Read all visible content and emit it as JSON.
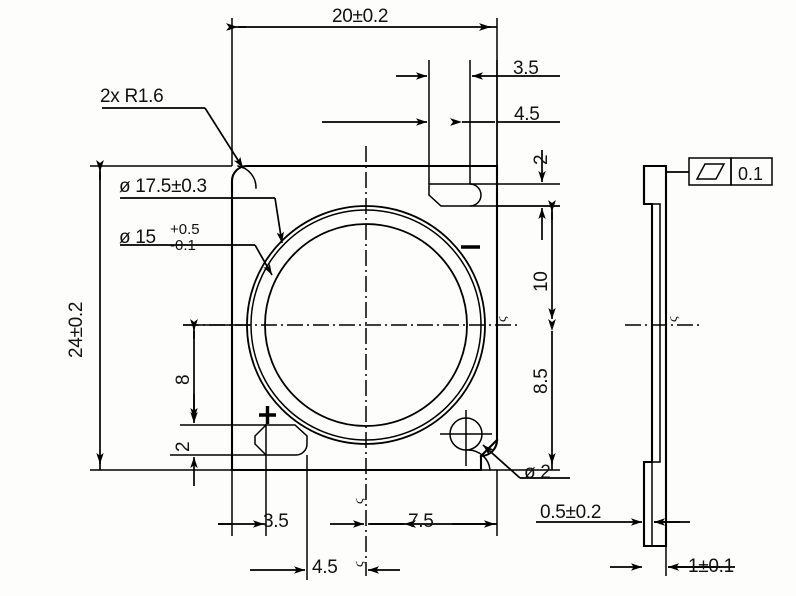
{
  "drawing": {
    "type": "mechanical-part-drawing",
    "views": [
      "front-view",
      "side-view"
    ],
    "background_color": "#fdfdfb",
    "line_color": "#000000"
  },
  "dimensions": {
    "overall_width": "20±0.2",
    "overall_height": "24±0.2",
    "corner_radius": "2x R1.6",
    "bore_outer": "ø 17.5±0.3",
    "bore_inner_label": "ø 15",
    "bore_inner_tol_upper": "+0.5",
    "bore_inner_tol_lower": "-0.1",
    "hole_small": "ø 2",
    "top_right_a": "3.5",
    "top_right_b": "4.5",
    "right_slot_height": "2",
    "right_upper": "10",
    "right_lower": "8.5",
    "left_upper": "8",
    "left_slot_height": "2",
    "bottom_left_a": "3.5",
    "bottom_left_b": "4.5",
    "bottom_right": "7.5",
    "side_step": "0.5±0.2",
    "side_thickness": "1±0.1"
  },
  "gdt": {
    "symbol": "parallelism-symbol",
    "tolerance": "0.1"
  },
  "centerline_marks": {
    "label": "ϛ",
    "count": 4
  },
  "annotations": {
    "plus_mark": "+",
    "minus_mark": "−"
  }
}
